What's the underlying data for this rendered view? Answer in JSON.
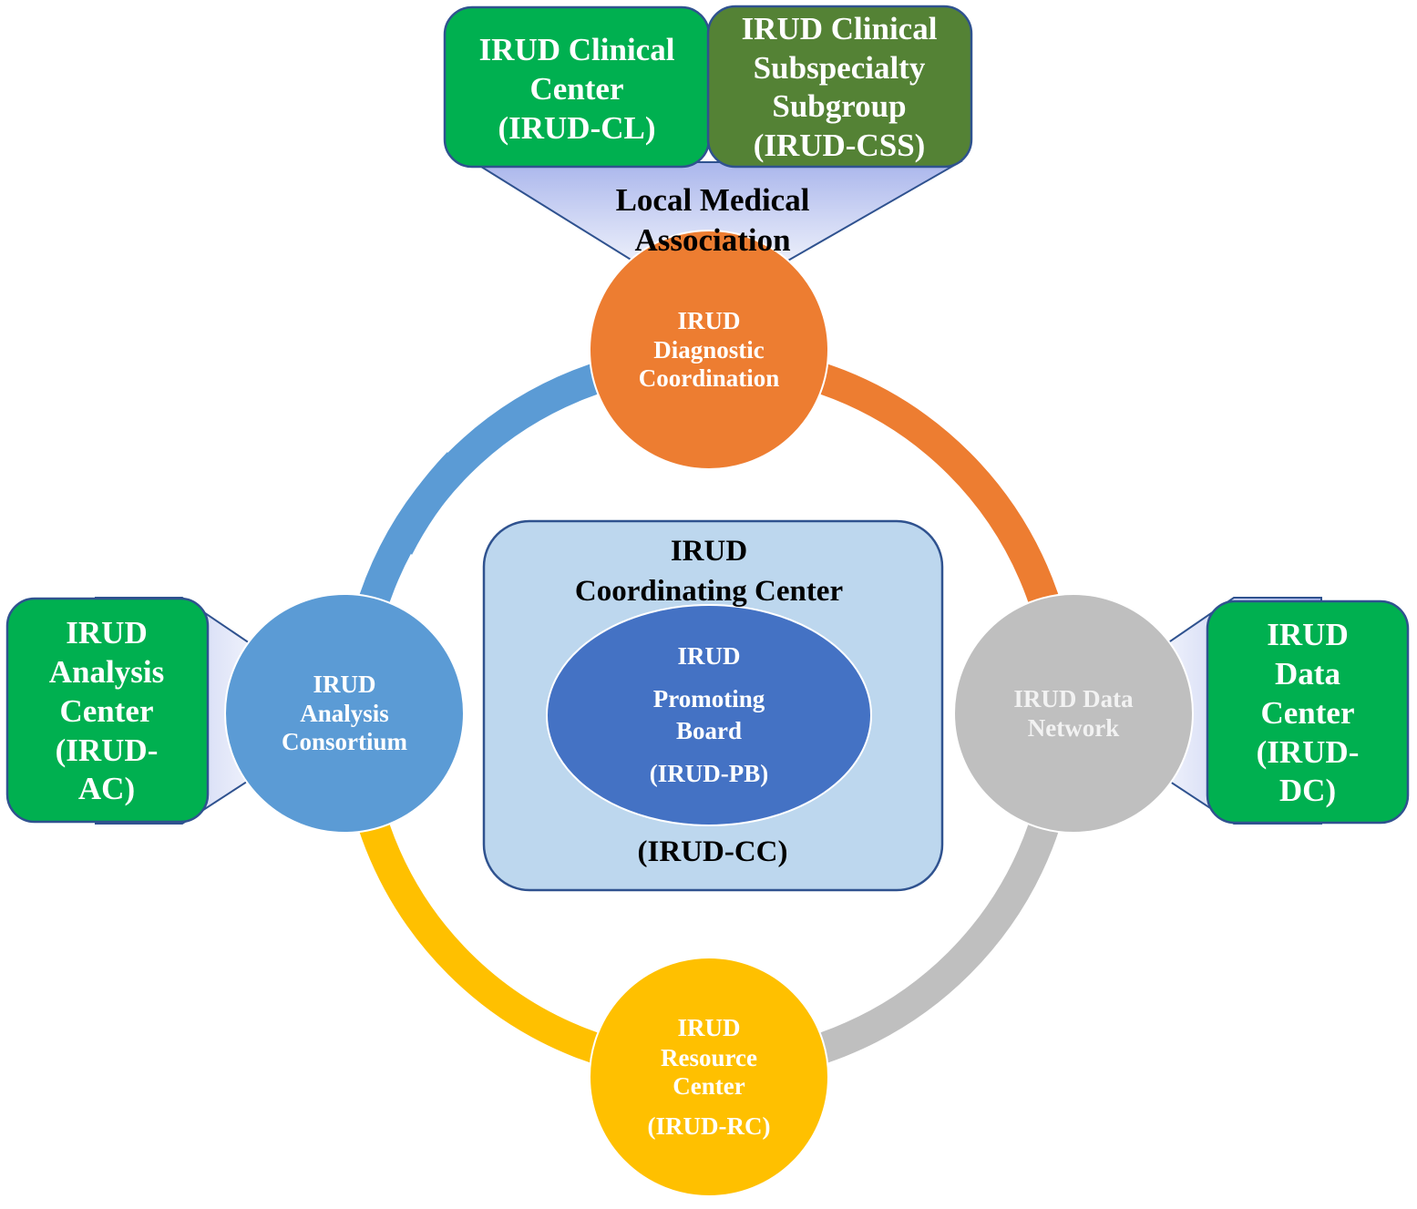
{
  "colors": {
    "blue_node": "#5b9bd5",
    "orange_node": "#ed7d31",
    "grey_node": "#bfbfbf",
    "yellow_node": "#ffc000",
    "green_box": "#00b050",
    "olive_box": "#548235",
    "coordinating_box": "#bdd7ee",
    "promoting_ellipse": "#4472c4",
    "box_border": "#2f528f",
    "funnel_fill": "#c7d0f0"
  },
  "top": {
    "clinical_center": [
      "IRUD Clinical",
      "Center",
      "(IRUD-CL)"
    ],
    "subspecialty": [
      "IRUD Clinical",
      "Subspecialty",
      "Subgroup",
      "(IRUD-CSS)"
    ],
    "local_medical": [
      "Local Medical",
      "Association"
    ]
  },
  "nodes": {
    "diagnostic": [
      "IRUD",
      "Diagnostic",
      "Coordination"
    ],
    "analysis_consortium": [
      "IRUD",
      "Analysis",
      "Consortium"
    ],
    "data_network": [
      "IRUD Data",
      "Network"
    ],
    "resource_center": [
      "IRUD",
      "Resource",
      "Center",
      "(IRUD-RC)"
    ]
  },
  "side": {
    "analysis_center": [
      "IRUD",
      "Analysis",
      "Center",
      "(IRUD-",
      "AC)"
    ],
    "data_center": [
      "IRUD",
      "Data",
      "Center",
      "(IRUD-",
      "DC)"
    ]
  },
  "center": {
    "coordinating_title": [
      "IRUD",
      "Coordinating Center"
    ],
    "coordinating_abbr": "(IRUD-CC)",
    "promoting": [
      "IRUD",
      "Promoting",
      "Board",
      "(IRUD-PB)"
    ]
  }
}
